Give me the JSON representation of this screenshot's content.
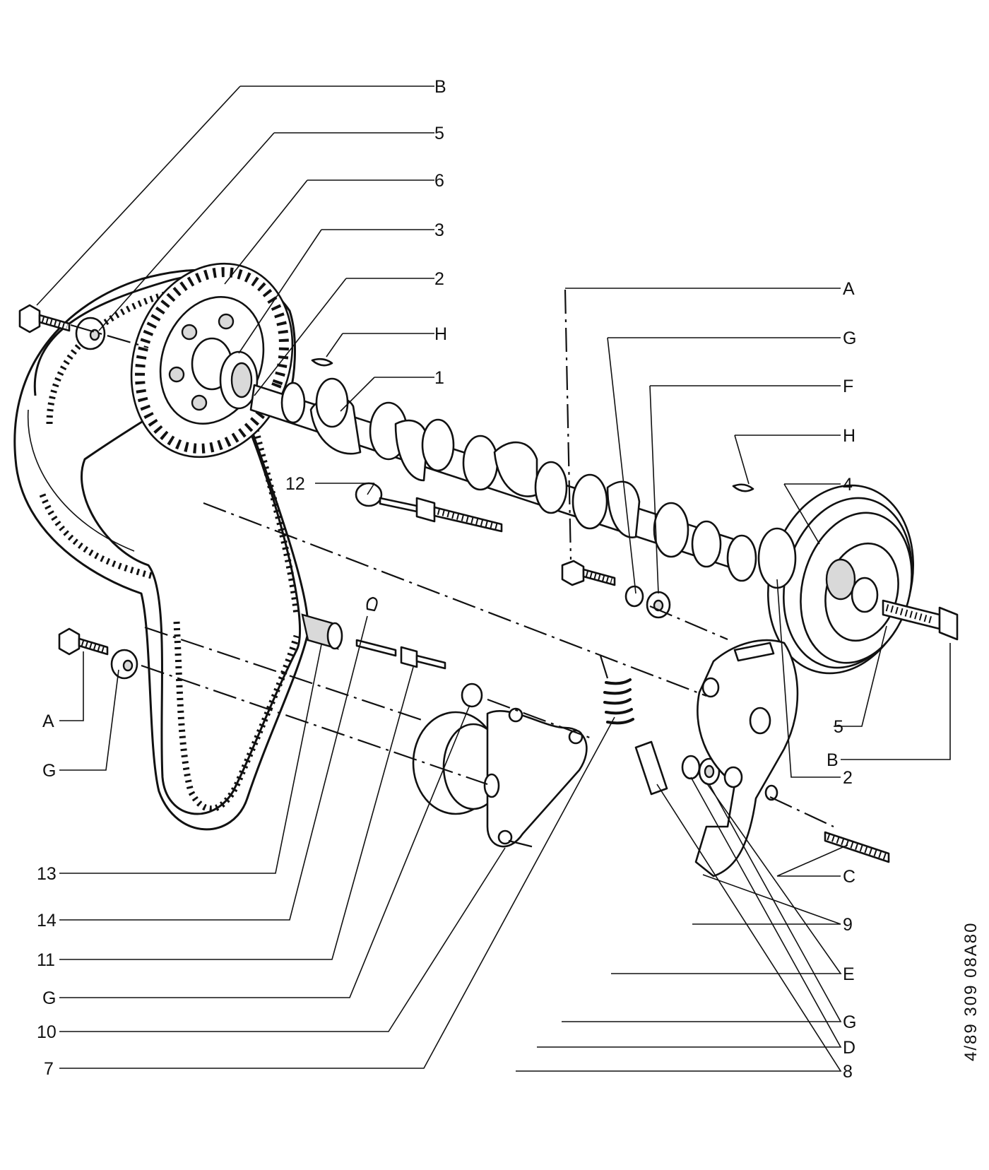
{
  "callouts": {
    "B_top": "B",
    "five_top": "5",
    "six": "6",
    "three": "3",
    "two_top": "2",
    "H_top": "H",
    "one": "1",
    "A_right": "A",
    "G_right": "G",
    "F": "F",
    "H_right": "H",
    "four": "4",
    "twelve": "12",
    "A_left": "A",
    "G_left": "G",
    "five_right": "5",
    "B_right": "B",
    "two_right": "2",
    "C": "C",
    "nine": "9",
    "E": "E",
    "G_lower_right": "G",
    "D": "D",
    "eight": "8",
    "thirteen": "13",
    "fourteen": "14",
    "eleven": "11",
    "G_lower_left": "G",
    "ten": "10",
    "seven": "7"
  },
  "drawing_code": "4/89   309  08A80"
}
